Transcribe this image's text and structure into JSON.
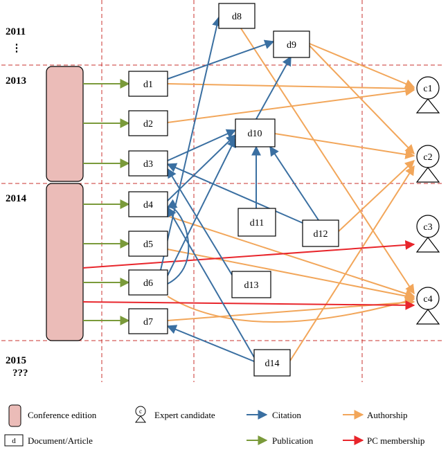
{
  "years": {
    "y2011": "2011",
    "dots": "⋮",
    "y2013": "2013",
    "y2014": "2014",
    "y2015": "2015",
    "y2015_note": "???"
  },
  "documents": {
    "d1": "d1",
    "d2": "d2",
    "d3": "d3",
    "d4": "d4",
    "d5": "d5",
    "d6": "d6",
    "d7": "d7",
    "d8": "d8",
    "d9": "d9",
    "d10": "d10",
    "d11": "d11",
    "d12": "d12",
    "d13": "d13",
    "d14": "d14"
  },
  "candidates": {
    "c1": "c1",
    "c2": "c2",
    "c3": "c3",
    "c4": "c4"
  },
  "legend": {
    "conference_edition": "Conference edition",
    "expert_candidate": "Expert candidate",
    "expert_symbol": "c",
    "citation": "Citation",
    "authorship": "Authorship",
    "document_article": "Document/Article",
    "document_symbol": "d",
    "publication": "Publication",
    "pc_membership": "PC membership"
  },
  "colors": {
    "conference_fill": "#ebbcb8",
    "citation": "#3a6fa1",
    "authorship": "#f2a65a",
    "publication": "#7a9a3a",
    "pc_membership": "#e8252b",
    "gridline": "#c9302c"
  }
}
